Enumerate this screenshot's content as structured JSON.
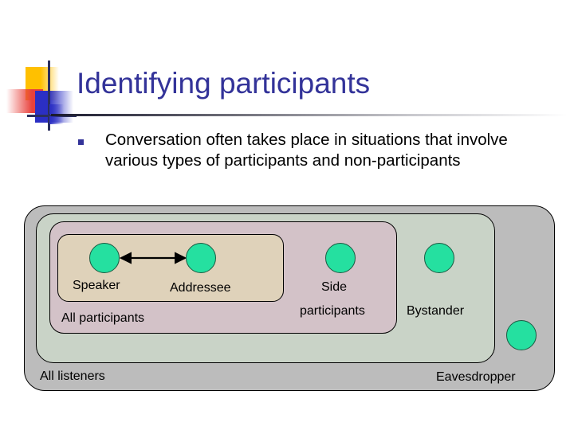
{
  "slide": {
    "title": "Identifying participants",
    "bullet": {
      "marker": "square-bullet",
      "text": "Conversation often takes place in situations that involve various types of participants and non-participants"
    }
  },
  "colors": {
    "title_text": "#333399",
    "bullet_marker": "#333399",
    "body_text": "#000000",
    "node_fill": "#25e0a0",
    "node_stroke": "#1a5c43",
    "box_all_listeners_outer": "#bcbcbc",
    "box_all_listeners_inner": "#c9d3c7",
    "box_all_participants": "#d3c2c8",
    "box_speaker_addressee": "#dfd2ba",
    "box_stroke": "#000000",
    "logo_yellow": "#ffc000",
    "logo_red": "#e8413c",
    "logo_blue": "#2b2fc4",
    "logo_cross": "#2b2f5e"
  },
  "diagram": {
    "type": "nested-set-diagram",
    "regions": [
      {
        "id": "outer",
        "label": "All listeners",
        "fill": "#bcbcbc",
        "contains": [
          "inner",
          "eavesdropper"
        ]
      },
      {
        "id": "inner",
        "label": "",
        "fill": "#c9d3c7",
        "contains": [
          "participants",
          "bystander"
        ]
      },
      {
        "id": "participants",
        "label": "All participants",
        "fill": "#d3c2c8",
        "contains": [
          "dyad",
          "side-participants"
        ]
      },
      {
        "id": "dyad",
        "label": "",
        "fill": "#dfd2ba",
        "contains": [
          "speaker",
          "addressee"
        ]
      }
    ],
    "nodes": [
      {
        "id": "speaker",
        "label": "Speaker"
      },
      {
        "id": "addressee",
        "label": "Addressee"
      },
      {
        "id": "side-participants",
        "label_line1": "Side",
        "label_line2": "participants"
      },
      {
        "id": "bystander",
        "label": "Bystander"
      },
      {
        "id": "eavesdropper",
        "label": "Eavesdropper"
      }
    ],
    "edges": [
      {
        "from": "speaker",
        "to": "addressee",
        "style": "double-headed-arrow"
      }
    ],
    "region_labels": {
      "all_participants": "All participants",
      "all_listeners": "All listeners"
    }
  }
}
